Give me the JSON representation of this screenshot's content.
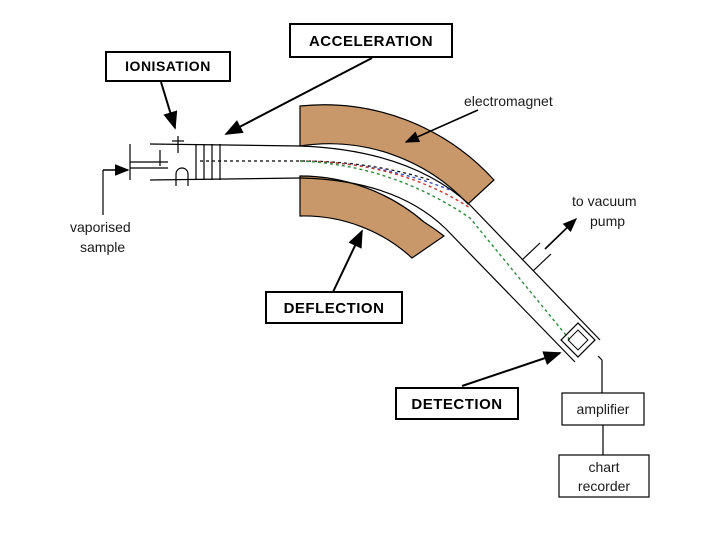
{
  "labels": {
    "acceleration": "ACCELERATION",
    "ionisation": "IONISATION",
    "deflection": "DEFLECTION",
    "detection": "DETECTION",
    "electromagnet": "electromagnet",
    "vacuum_line1": "to vacuum",
    "vacuum_line2": "pump",
    "sample_line1": "vaporised",
    "sample_line2": "sample",
    "amplifier": "amplifier",
    "recorder_line1": "chart",
    "recorder_line2": "recorder"
  },
  "colors": {
    "magnet_fill": "#c8976a",
    "beam_red": "#c0392b",
    "beam_green": "#2e8b3e",
    "beam_blue": "#3a4fc4"
  }
}
